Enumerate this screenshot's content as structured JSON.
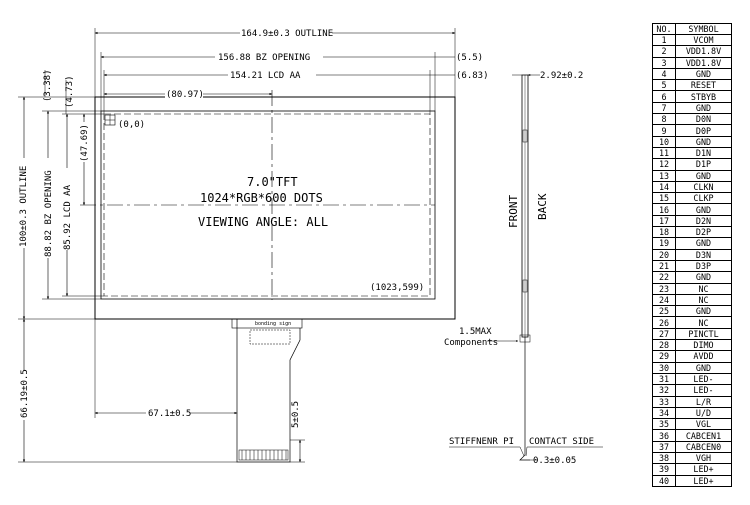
{
  "dims": {
    "outline_width": "164.9±0.3 OUTLINE",
    "bz_opening_width": "156.88 BZ OPENING",
    "lcd_aa_width": "154.21 LCD AA",
    "right_offset_bz": "(5.5)",
    "right_offset_aa": "(6.83)",
    "center_x": "(80.97)",
    "top_offset_bz": "(3.38)",
    "top_offset_aa": "(4.73)",
    "center_y": "(47.69)",
    "outline_height": "100±0.3 OUTLINE",
    "bz_opening_height": "88.82 BZ OPENING",
    "lcd_aa_height": "85.92 LCD AA",
    "fpc_offset": "67.1±0.5",
    "fpc_width": "5±0.5",
    "total_height": "66.19±0.5",
    "thickness": "2.92±0.2",
    "stiffener_thickness": "0.3±0.05"
  },
  "labels": {
    "origin": "(0,0)",
    "end_pixel": "(1023,599)",
    "panel_type": "7.0\"TFT",
    "resolution": "1024*RGB*600 DOTS",
    "viewing_angle": "VIEWING ANGLE: ALL",
    "front": "FRONT",
    "back": "BACK",
    "components_max": "1.5MAX",
    "components": "Components",
    "stiffener": "STIFFNENR PI",
    "contact_side": "CONTACT SIDE",
    "fpc_label": "bonding sign"
  },
  "pin_table": {
    "headers": [
      "NO.",
      "SYMBOL"
    ],
    "rows": [
      [
        "1",
        "VCOM"
      ],
      [
        "2",
        "VDD1.8V"
      ],
      [
        "3",
        "VDD1.8V"
      ],
      [
        "4",
        "GND"
      ],
      [
        "5",
        "RESET"
      ],
      [
        "6",
        "STBYB"
      ],
      [
        "7",
        "GND"
      ],
      [
        "8",
        "D0N"
      ],
      [
        "9",
        "D0P"
      ],
      [
        "10",
        "GND"
      ],
      [
        "11",
        "D1N"
      ],
      [
        "12",
        "D1P"
      ],
      [
        "13",
        "GND"
      ],
      [
        "14",
        "CLKN"
      ],
      [
        "15",
        "CLKP"
      ],
      [
        "16",
        "GND"
      ],
      [
        "17",
        "D2N"
      ],
      [
        "18",
        "D2P"
      ],
      [
        "19",
        "GND"
      ],
      [
        "20",
        "D3N"
      ],
      [
        "21",
        "D3P"
      ],
      [
        "22",
        "GND"
      ],
      [
        "23",
        "NC"
      ],
      [
        "24",
        "NC"
      ],
      [
        "25",
        "GND"
      ],
      [
        "26",
        "NC"
      ],
      [
        "27",
        "PINCTL"
      ],
      [
        "28",
        "DIMO"
      ],
      [
        "29",
        "AVDD"
      ],
      [
        "30",
        "GND"
      ],
      [
        "31",
        "LED-"
      ],
      [
        "32",
        "LED-"
      ],
      [
        "33",
        "L/R"
      ],
      [
        "34",
        "U/D"
      ],
      [
        "35",
        "VGL"
      ],
      [
        "36",
        "CABCEN1"
      ],
      [
        "37",
        "CABCEN0"
      ],
      [
        "38",
        "VGH"
      ],
      [
        "39",
        "LED+"
      ],
      [
        "40",
        "LED+"
      ]
    ]
  }
}
